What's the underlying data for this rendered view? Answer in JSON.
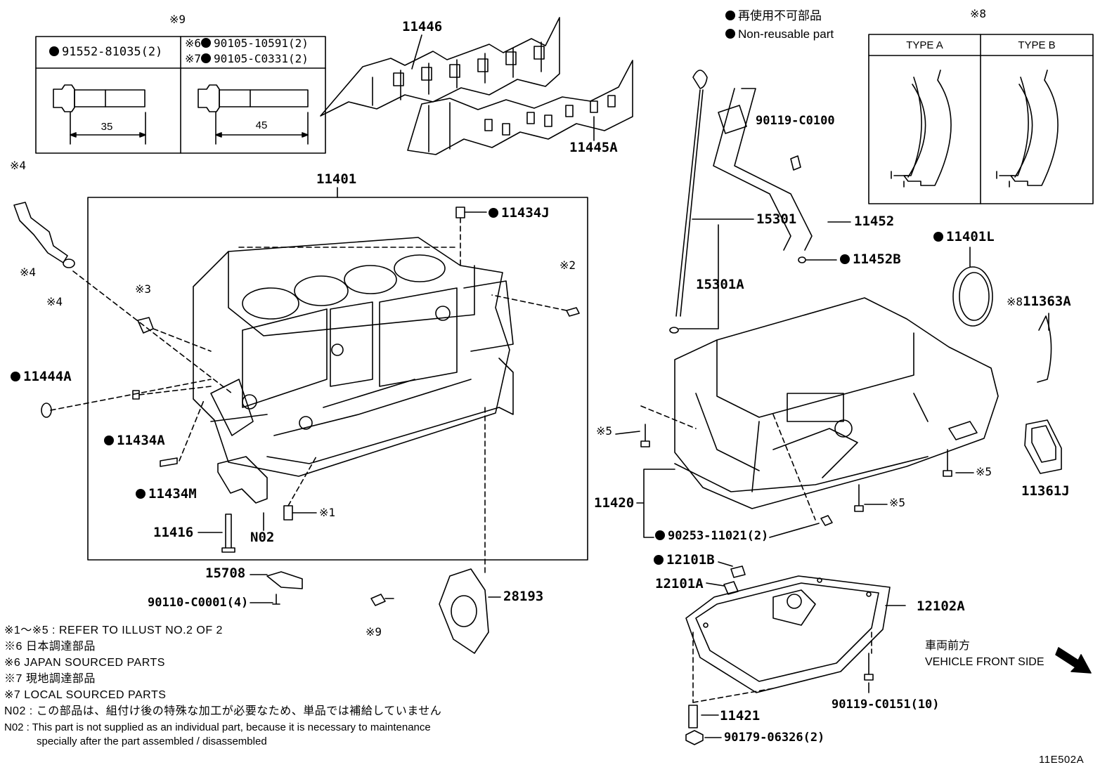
{
  "legend": {
    "jp": "再使用不可部品",
    "en": "Non-reusable part"
  },
  "bolt_table": {
    "ref": "※9",
    "col1_part": "91552-81035(2)",
    "col2_row1_mark": "※6",
    "col2_row1_part": "90105-10591(2)",
    "col2_row2_mark": "※7",
    "col2_row2_part": "90105-C0331(2)",
    "len1": "35",
    "len2": "45"
  },
  "type_table": {
    "ref": "※8",
    "type_a": "TYPE A",
    "type_b": "TYPE B"
  },
  "parts": {
    "p11446": "11446",
    "p11445A": "11445A",
    "p11401": "11401",
    "p11434J": "11434J",
    "p11444A": "11444A",
    "p11434A": "11434A",
    "p11434M": "11434M",
    "p11416": "11416",
    "pN02": "N02",
    "p15708": "15708",
    "p90110": "90110-C0001(4)",
    "p28193": "28193",
    "p90119a": "90119-C0100",
    "p15301": "15301",
    "p15301A": "15301A",
    "p11452": "11452",
    "p11452B": "11452B",
    "p11401L": "11401L",
    "p11363A": "11363A",
    "p11361J": "11361J",
    "p11420": "11420",
    "p90253": "90253-11021(2)",
    "p12101B": "12101B",
    "p12101A": "12101A",
    "p12102A": "12102A",
    "p90119b": "90119-C0151(10)",
    "p11421": "11421",
    "p90179": "90179-06326(2)"
  },
  "refs": {
    "r4a": "※4",
    "r4b": "※4",
    "r4c": "※4",
    "r3": "※3",
    "r2": "※2",
    "r1": "※1",
    "r9": "※9",
    "r5a": "※5",
    "r5b": "※5",
    "r5c": "※5",
    "r8": "※8"
  },
  "front": {
    "jp": "車両前方",
    "en": "VEHICLE FRONT SIDE"
  },
  "notes": [
    "※1～※5 : REFER TO ILLUST NO.2 OF 2",
    "※6 日本調達部品",
    "※6 JAPAN SOURCED PARTS",
    "※7 現地調達部品",
    "※7 LOCAL SOURCED PARTS",
    "N02 : この部品は、組付け後の特殊な加工が必要なため、単品では補給していません",
    "N02 : This part is not supplied as an individual part, because it is necessary to maintenance",
    "specially after the part assembled / disassembled"
  ],
  "diagram_id": "11E502A"
}
